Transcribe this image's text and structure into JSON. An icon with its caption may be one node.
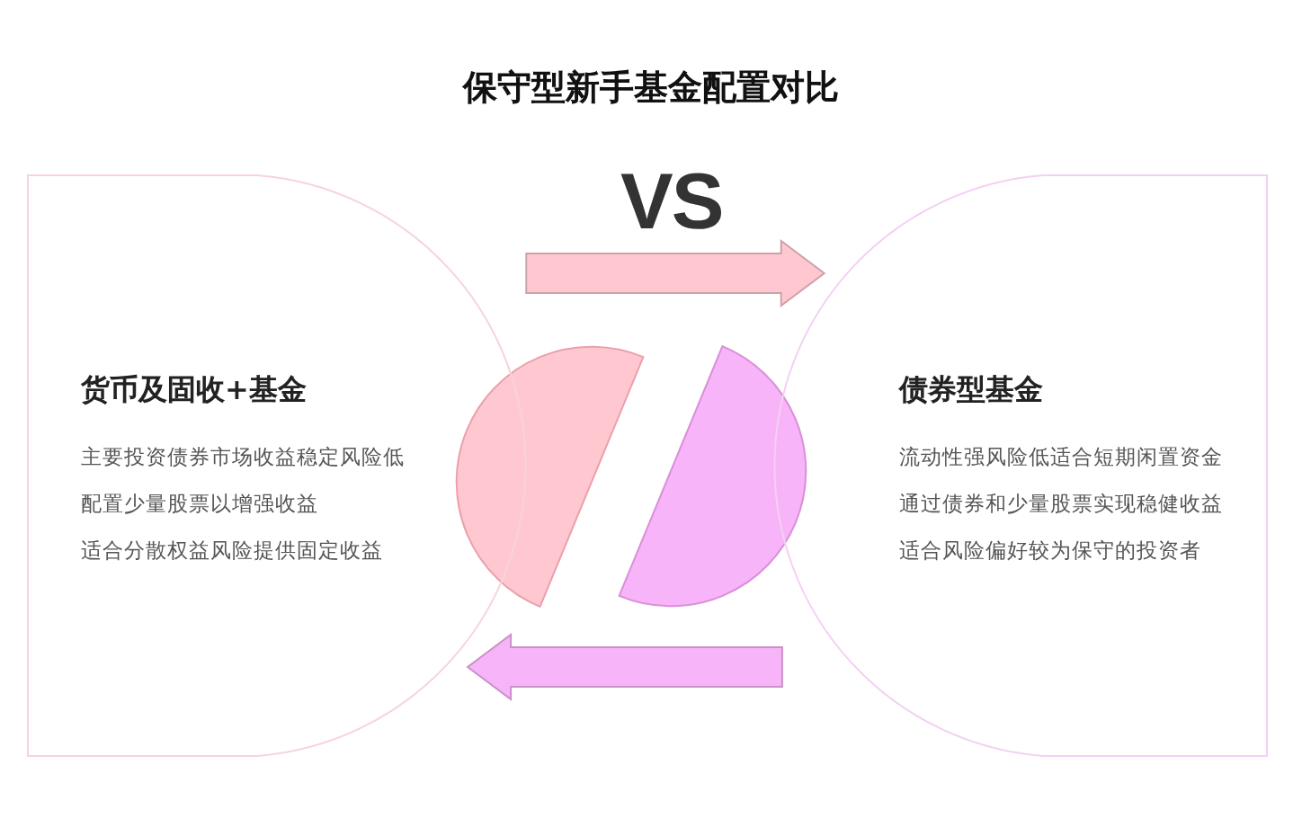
{
  "diagram": {
    "title": "保守型新手基金配置对比",
    "nodes": [
      {
        "text": [
          "货币及固收+基金",
          "主要投资债券市场收益稳定风险低",
          "配置少量股票以增强收益",
          "适合分散权益风险提供固定收益"
        ]
      },
      {
        "text": [
          "债券型基金",
          "流动性强风险低适合短期闲置资金",
          "通过债券和少量股票实现稳健收益",
          "适合风险偏好较为保守的投资者"
        ]
      }
    ],
    "edges": [
      {
        "from": 0,
        "to": 1,
        "arrow": "to",
        "style": "thick",
        "color": "#ffc8d0"
      },
      {
        "from": 1,
        "to": 0,
        "arrow": "to",
        "style": "thick",
        "color": "#f8b4f8"
      }
    ],
    "labels": [
      "VS"
    ]
  }
}
